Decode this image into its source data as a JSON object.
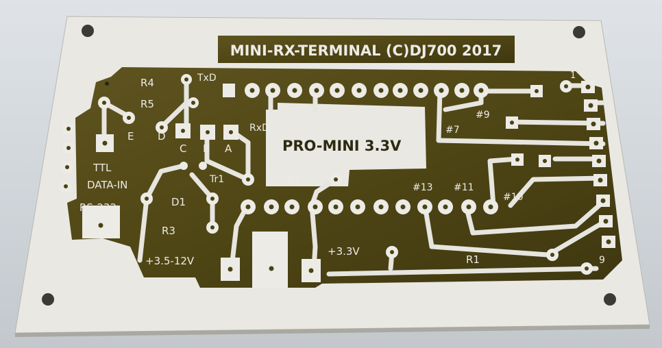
{
  "board": {
    "title": "MINI-RX-TERMINAL (C)DJ700 2017",
    "module": "PRO-MINI 3.3V",
    "colors": {
      "substrate": "#ecebe6",
      "copper": "#544a17",
      "copper_dark": "#3f3710",
      "background": "#d4d8dc"
    },
    "labels": {
      "r4": "R4",
      "r5": "R5",
      "txd": "TxD",
      "rxd": "RxD",
      "e": "E",
      "d": "D",
      "c": "C",
      "b": "B",
      "a": "A",
      "ttl": "TTL",
      "data_in": "DATA-IN",
      "rs232": "RS-232",
      "tr1": "Tr1",
      "d1": "D1",
      "r3": "R3",
      "r2": "R2",
      "r1": "R1",
      "vin": "+3.5-12V",
      "v33": "+3.3V",
      "p7": "#7",
      "p9": "#9",
      "p10": "#10",
      "p11": "#11",
      "p13": "#13",
      "pin1": "1",
      "pin9": "9"
    }
  }
}
